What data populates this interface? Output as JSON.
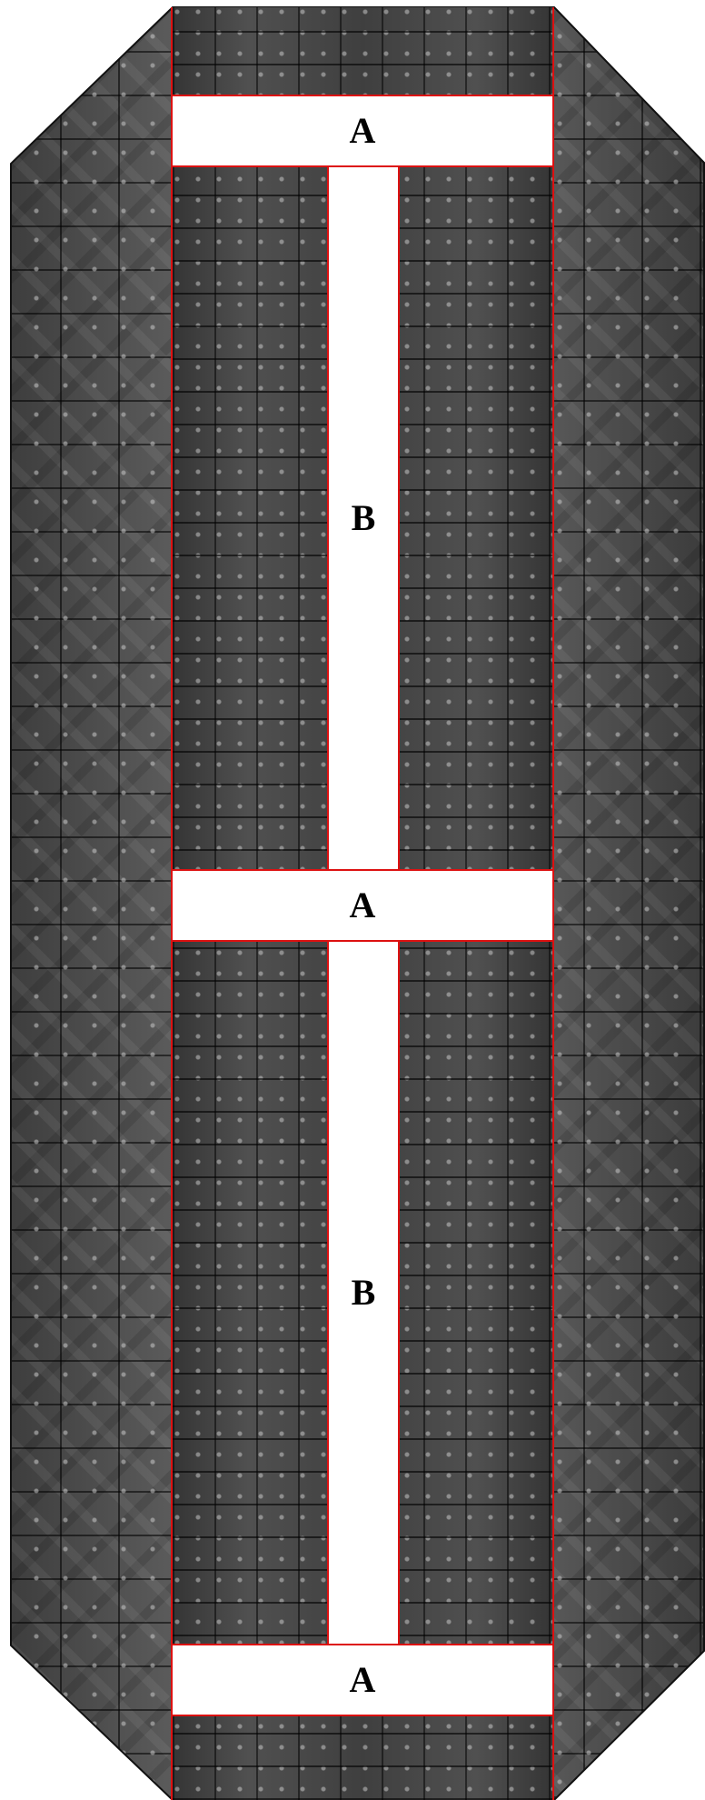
{
  "board": {
    "zones": [
      {
        "id": "a1",
        "label": "A"
      },
      {
        "id": "b1",
        "label": "B"
      },
      {
        "id": "a2",
        "label": "A"
      },
      {
        "id": "b2",
        "label": "B"
      },
      {
        "id": "a3",
        "label": "A"
      }
    ]
  },
  "colors": {
    "zone_fill": "#ffffff",
    "zone_border": "#dd1111",
    "metal": "#4a4a4a"
  }
}
